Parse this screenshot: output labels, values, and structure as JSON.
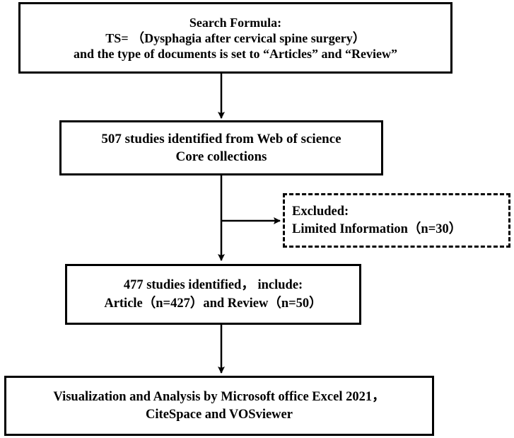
{
  "flowchart": {
    "search_box": {
      "lines": [
        "Search Formula:",
        "TS= （Dysphagia after cervical spine surgery）",
        "and the type of documents is set to “Articles” and “Review”"
      ]
    },
    "identified_box": {
      "lines": [
        "507 studies identified from Web of science",
        "Core collections"
      ]
    },
    "excluded_box": {
      "lines": [
        "Excluded:",
        "Limited Information（n=30）"
      ]
    },
    "included_box": {
      "lines": [
        "477 studies identified， include:",
        "Article（n=427）and Review（n=50）"
      ]
    },
    "analysis_box": {
      "lines": [
        "Visualization and Analysis by Microsoft office Excel 2021，",
        "CiteSpace and VOSviewer"
      ]
    }
  }
}
